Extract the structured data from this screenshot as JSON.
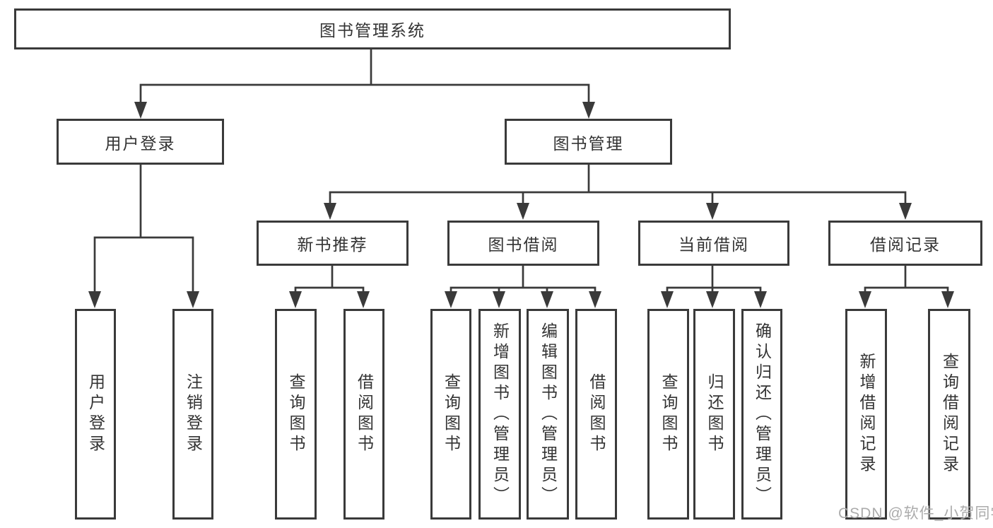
{
  "colors": {
    "line": "#3a3a3a",
    "text": "#333333",
    "background": "#ffffff",
    "watermark": "#ababab"
  },
  "tree": {
    "root": "图书管理系统",
    "branches": [
      {
        "label": "用户登录",
        "children": [
          "用户登录",
          "注销登录"
        ]
      },
      {
        "label": "图书管理",
        "groups": [
          {
            "label": "新书推荐",
            "children": [
              "查询图书",
              "借阅图书"
            ]
          },
          {
            "label": "图书借阅",
            "children": [
              "查询图书",
              "新增图书（管理员）",
              "编辑图书（管理员）",
              "借阅图书"
            ]
          },
          {
            "label": "当前借阅",
            "children": [
              "查询图书",
              "归还图书",
              "确认归还（管理员）"
            ]
          },
          {
            "label": "借阅记录",
            "children": [
              "新增借阅记录",
              "查询借阅记录"
            ]
          }
        ]
      }
    ]
  },
  "watermark": "CSDN @软件_小贺同学"
}
